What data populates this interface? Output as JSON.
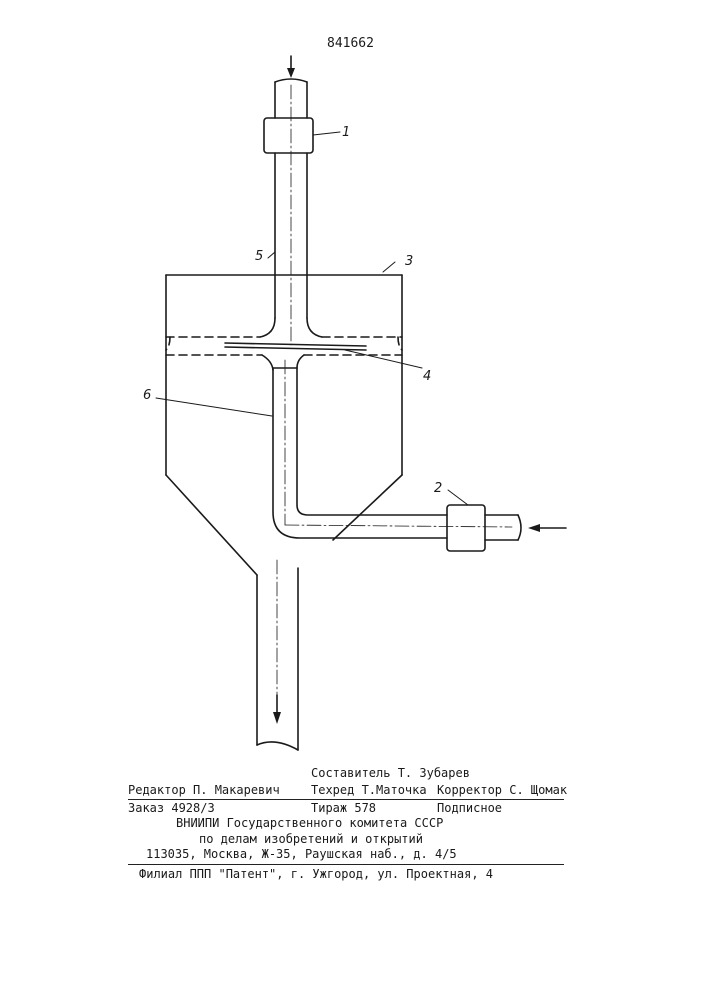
{
  "patent_number": "841662",
  "figure_labels": {
    "inlet_valve": "1",
    "outlet_valve": "2",
    "vessel": "3",
    "plate": "4",
    "upper_pipe": "5",
    "lower_pipe": "6"
  },
  "footer": {
    "editor": "Редактор П. Макаревич",
    "compiler": "Составитель Т. Зубарев",
    "techred": "Техред Т.Маточка",
    "corrector": "Корректор С. Щомак",
    "order": "Заказ 4928/3",
    "circulation": "Тираж 578",
    "subscription": "Подписное",
    "org_line1": "ВНИИПИ Государственного комитета СССР",
    "org_line2": "по делам изобретений и открытий",
    "address": "113035, Москва, Ж-35, Раушская наб., д. 4/5",
    "branch": "Филиал ППП \"Патент\", г. Ужгород, ул. Проектная, 4"
  }
}
